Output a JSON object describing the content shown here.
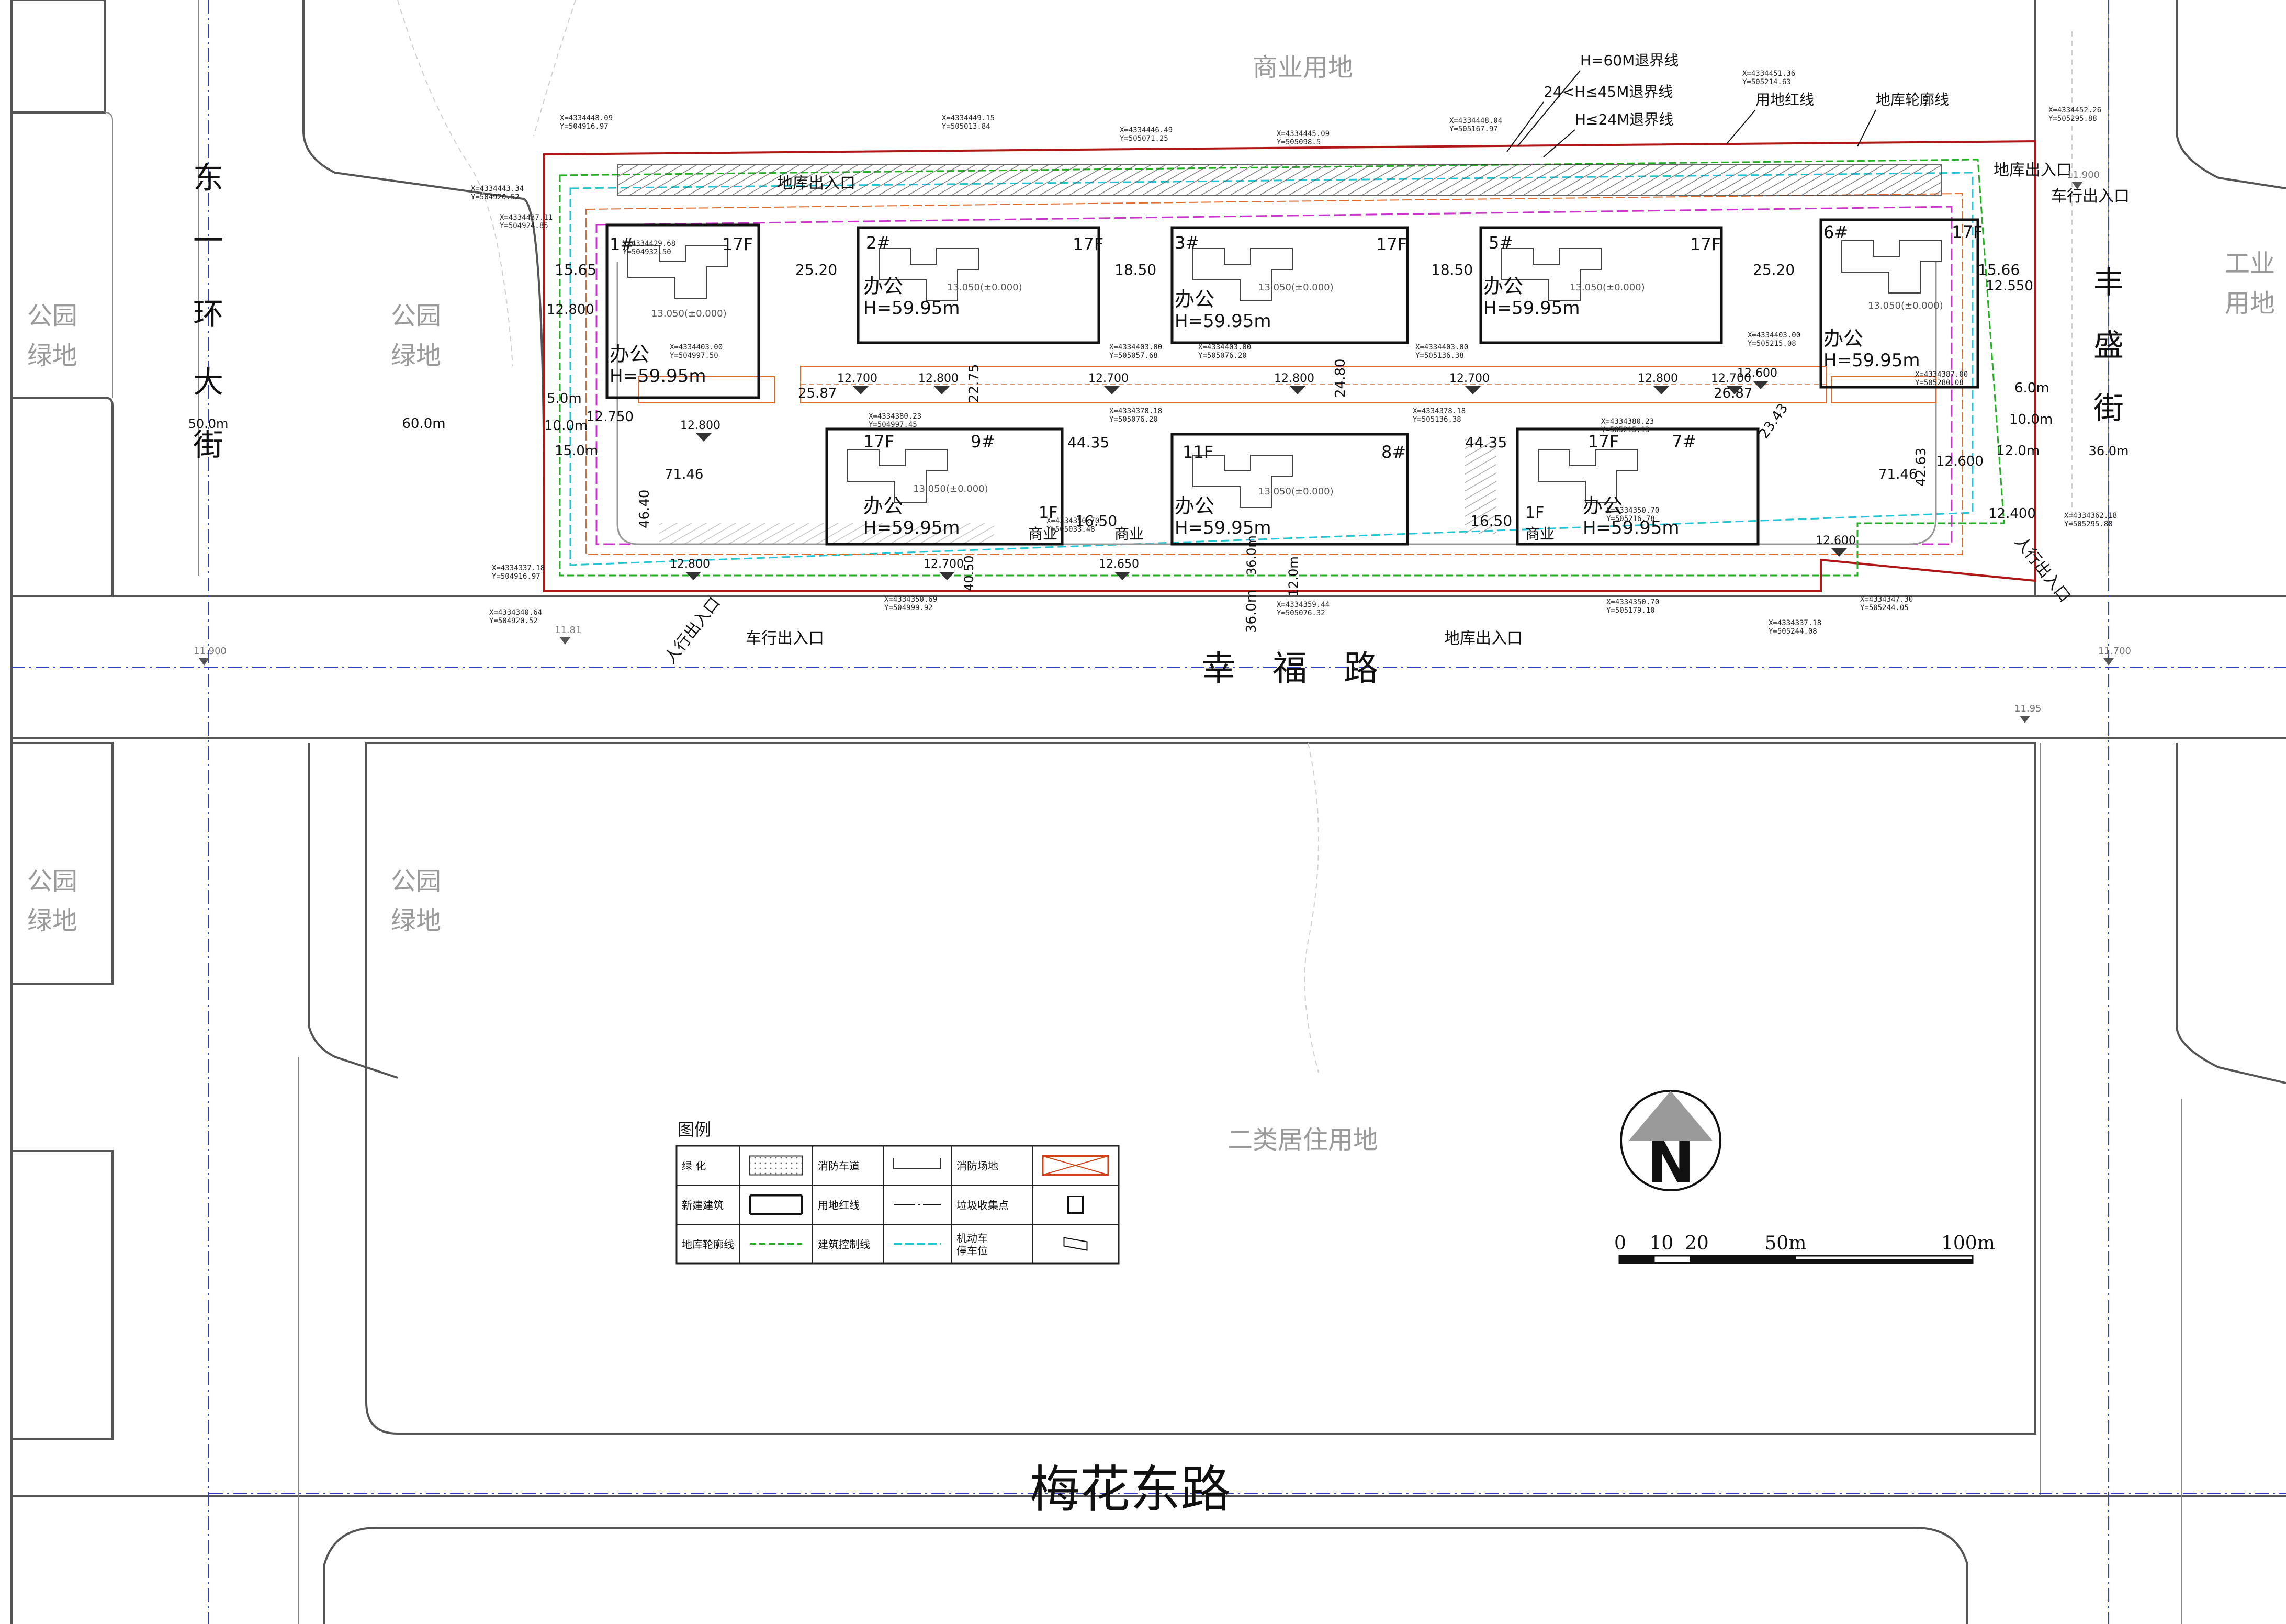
{
  "roads": {
    "dongyi": "东一环大街",
    "fengsheng": "丰盛街",
    "xingfu": "幸福路",
    "meihua": "梅花东路",
    "dongyi_width": "50.0m",
    "fengsheng_width": "36.0m",
    "xingfu_width": "36.0m",
    "dongyi_setback": "60.0m"
  },
  "landuse": {
    "commercial": "商业用地",
    "industrial": "工业用地",
    "residential": "二类居住用地",
    "park": "公园绿地"
  },
  "legend_lines": {
    "h60": "H=60M退界线",
    "h24_45": "24<H≤45M退界线",
    "h24": "H≤24M退界线",
    "redline": "用地红线",
    "garage_outline": "地库轮廓线"
  },
  "entrances": {
    "garage": "地库出入口",
    "vehicle": "车行出入口",
    "pedestrian": "人行出入口"
  },
  "buildings": [
    {
      "id": "1#",
      "floors": "17F",
      "use": "办公",
      "height": "H=59.95m",
      "elev": "13.050(±0.000)"
    },
    {
      "id": "2#",
      "floors": "17F",
      "use": "办公",
      "height": "H=59.95m",
      "elev": "13.050(±0.000)"
    },
    {
      "id": "3#",
      "floors": "17F",
      "use": "办公",
      "height": "H=59.95m",
      "elev": "13.050(±0.000)"
    },
    {
      "id": "5#",
      "floors": "17F",
      "use": "办公",
      "height": "H=59.95m",
      "elev": "13.050(±0.000)"
    },
    {
      "id": "6#",
      "floors": "17F",
      "use": "办公",
      "height": "H=59.95m",
      "elev": "13.050(±0.000)"
    },
    {
      "id": "9#",
      "floors": "17F",
      "use": "办公",
      "height": "H=59.95m",
      "elev": "13.050(±0.000)",
      "podium": "1F",
      "podium_use": "商业"
    },
    {
      "id": "8#",
      "floors": "11F",
      "use": "办公",
      "height": "H=59.95m",
      "elev": "13.050(±0.000)",
      "podium_use": "商业"
    },
    {
      "id": "7#",
      "floors": "17F",
      "use": "办公",
      "height": "H=59.95m",
      "elev": "",
      "podium": "1F",
      "podium_use": "商业"
    }
  ],
  "dimensions": {
    "gaps_top": [
      "15.65",
      "25.20",
      "18.50",
      "18.50",
      "25.20",
      "15.66"
    ],
    "gaps_bottom": [
      "44.35",
      "16.50",
      "44.35",
      "16.50"
    ],
    "left": [
      "71.46",
      "46.40",
      "22.75",
      "25.87",
      "5.0m",
      "10.0m",
      "15.0m",
      "12.800",
      "12.750"
    ],
    "right": [
      "71.46",
      "42.63",
      "24.80",
      "26.87",
      "23.43",
      "10.0m",
      "12.0m",
      "6.0m",
      "12.400",
      "12.550",
      "12.600"
    ],
    "elevations": [
      "12.800",
      "12.700",
      "12.800",
      "12.700",
      "12.800",
      "12.700",
      "12.800",
      "12.700",
      "12.600",
      "12.800",
      "12.700",
      "12.650",
      "12.600"
    ],
    "widths": [
      "40.50",
      "36.0m",
      "12.0m"
    ],
    "ground": [
      "11.900",
      "11.700",
      "11.900",
      "11.81",
      "11.95"
    ]
  },
  "coords": [
    "X=4334448.09\nY=504916.97",
    "X=4334449.15\nY=505013.84",
    "X=4334446.49\nY=505071.25",
    "X=4334445.09\nY=505098.5",
    "X=4334448.04\nY=505167.97",
    "X=4334451.36\nY=505214.63",
    "X=4334452.26\nY=505295.88",
    "X=4334443.34\nY=504920.52",
    "X=4334437.11\nY=504924.85",
    "X=4334429.68\nY=504932.50",
    "X=4334403.00\nY=504997.50",
    "X=4334403.00\nY=505057.68",
    "X=4334403.00\nY=505076.20",
    "X=4334403.00\nY=505136.38",
    "X=4334403.00\nY=505215.08",
    "X=4334387.00\nY=505280.08",
    "X=4334380.23\nY=504997.45",
    "X=4334378.18\nY=505076.20",
    "X=4334378.18\nY=505136.38",
    "X=4334380.23\nY=505215.13",
    "X=4334350.70\nY=505033.48",
    "X=4334350.70\nY=505216.78",
    "X=4334337.18\nY=504916.97",
    "X=4334340.64\nY=504920.52",
    "X=4334350.69\nY=504999.92",
    "X=4334359.44\nY=505076.32",
    "X=4334350.70\nY=505179.10",
    "X=4334337.18\nY=505244.08",
    "X=4334347.30\nY=505244.05",
    "X=4334362.18\nY=505295.88"
  ],
  "legend": {
    "title": "图例",
    "items": [
      {
        "label": "绿 化",
        "symbol": "dots"
      },
      {
        "label": "消防车道",
        "symbol": "firelane"
      },
      {
        "label": "消防场地",
        "symbol": "firesite"
      },
      {
        "label": "新建建筑",
        "symbol": "building"
      },
      {
        "label": "用地红线",
        "symbol": "redline"
      },
      {
        "label": "垃圾收集点",
        "symbol": "trash"
      },
      {
        "label": "地库轮廓线",
        "symbol": "greendash"
      },
      {
        "label": "建筑控制线",
        "symbol": "cyandash"
      },
      {
        "label": "机动车\n停车位",
        "symbol": "parking"
      }
    ]
  },
  "north": "N",
  "scalebar": [
    "0",
    "10",
    "20",
    "50m",
    "100m"
  ],
  "colors": {
    "road": "#555555",
    "redline": "#b01818",
    "magenta": "#cc33cc",
    "green": "#22b022",
    "cyan": "#22c5d5",
    "orange": "#e06a2a",
    "axis": "#3040c8",
    "faint": "#bdbdbd"
  }
}
